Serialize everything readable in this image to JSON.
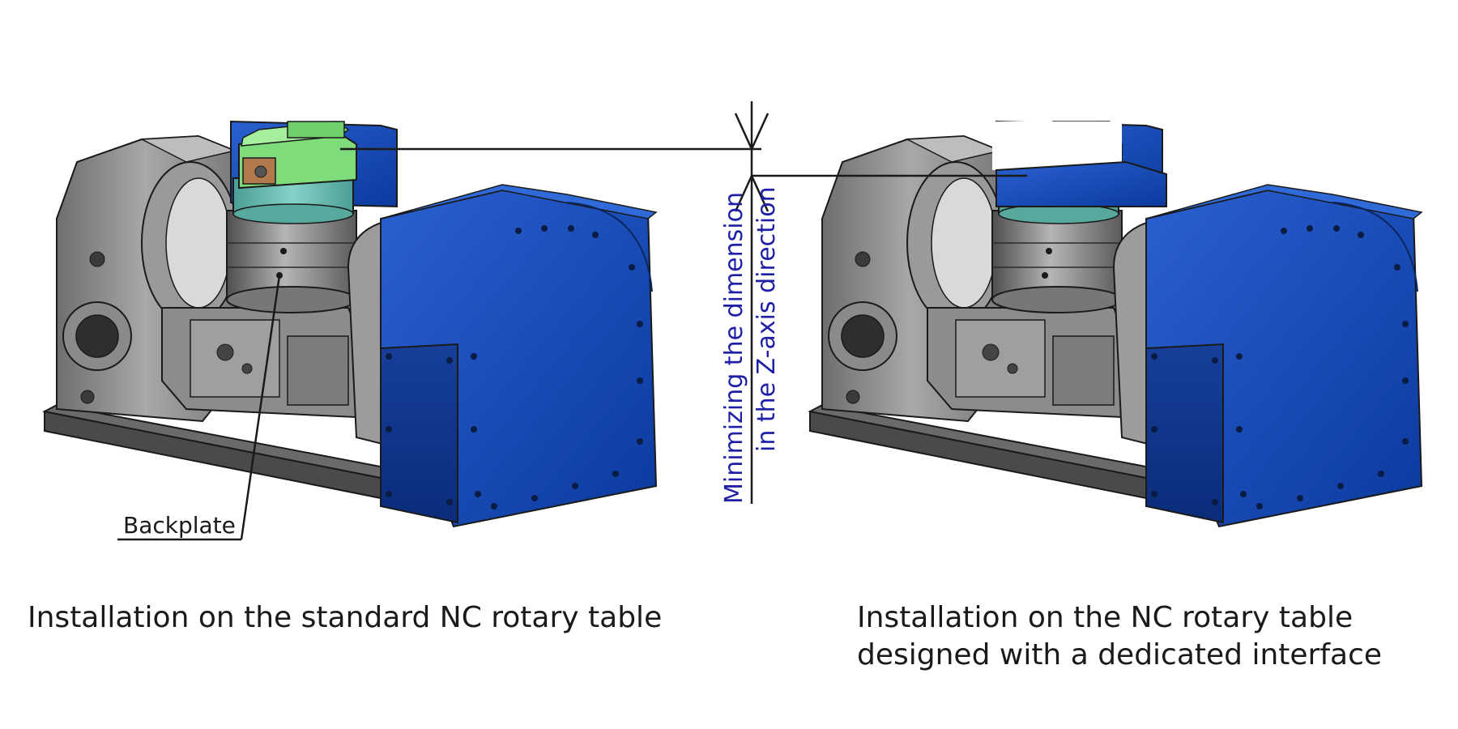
{
  "callout": {
    "label": "Backplate"
  },
  "dimension": {
    "line1": "Minimizing the dimension",
    "line2": "in the Z-axis direction"
  },
  "captions": {
    "left": "Installation on the standard NC rotary table",
    "right_line1": "Installation on the NC rotary table",
    "right_line2": "designed with a dedicated interface"
  },
  "colors": {
    "housing_blue": "#1446b4",
    "body_gray": "#8a8a8a",
    "vise_green": "#7fdc7a",
    "vise_teal": "#5fb3a8",
    "dimension_text": "#1f1fa6"
  }
}
